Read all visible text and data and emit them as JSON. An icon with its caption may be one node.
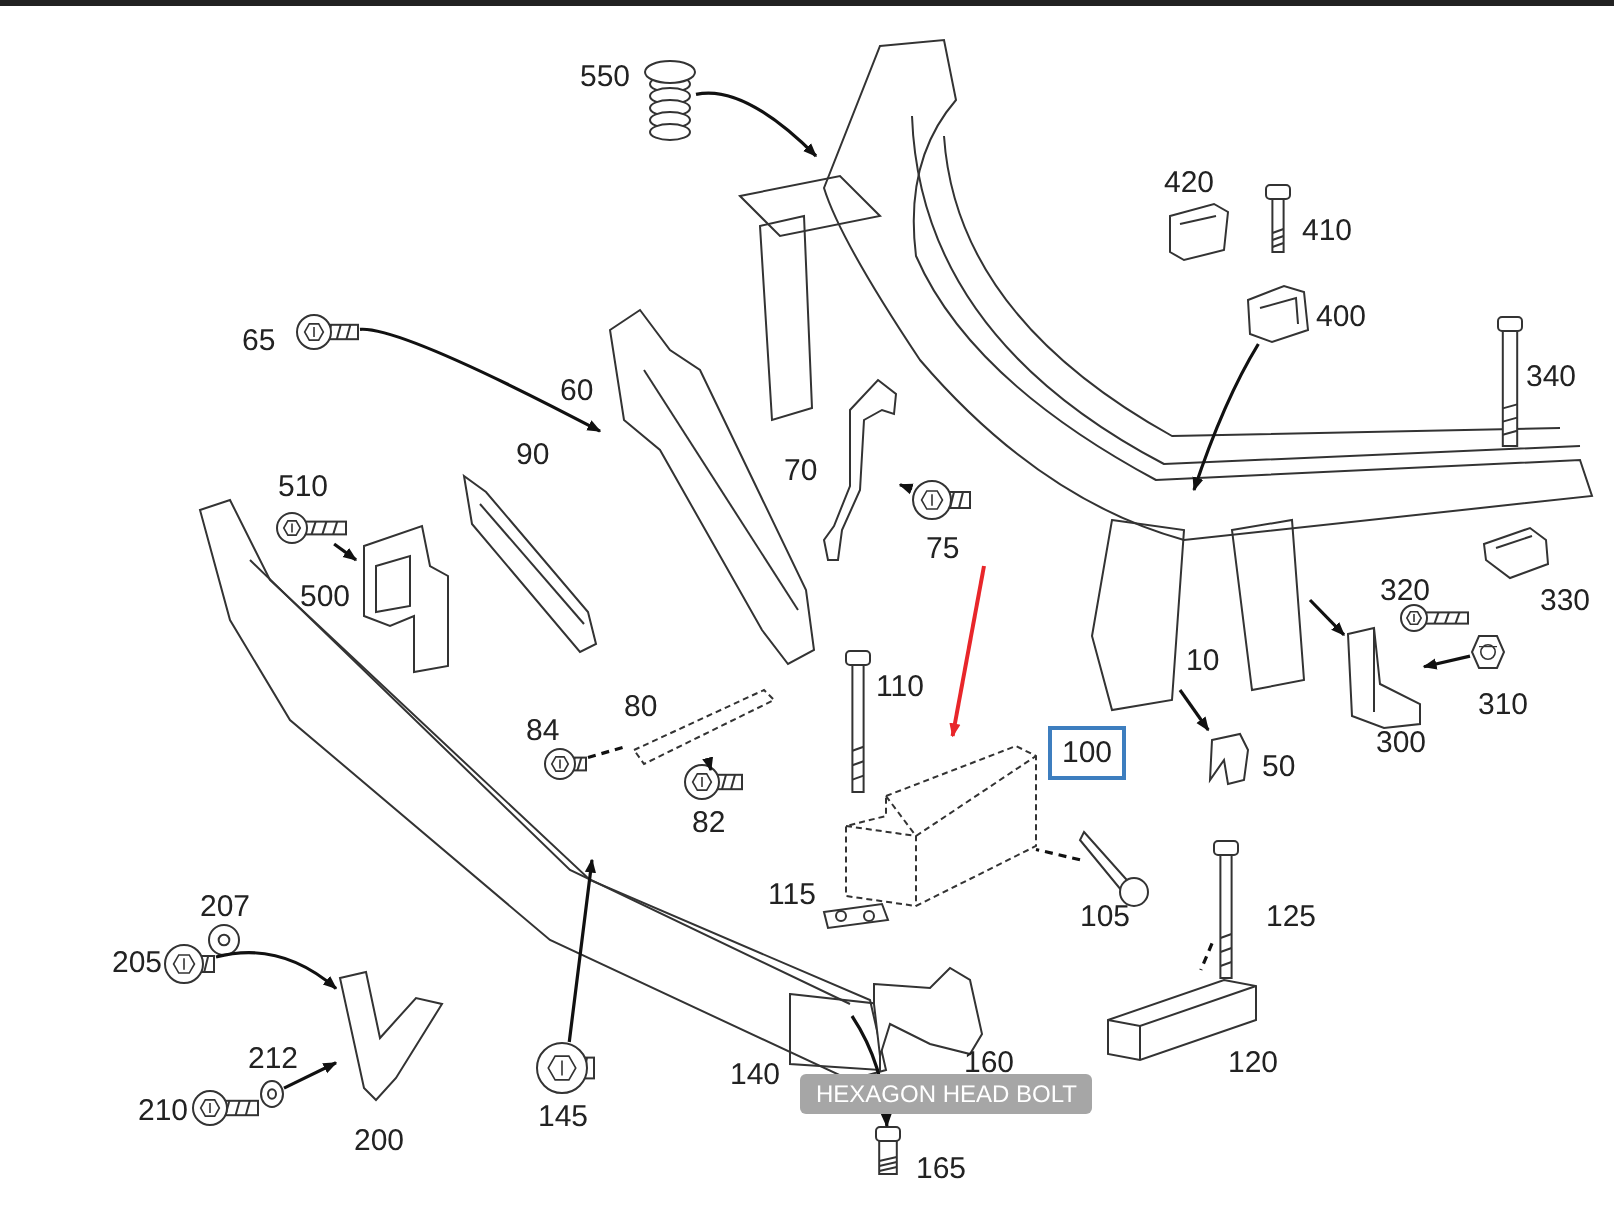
{
  "diagram": {
    "nodes": [
      {
        "text": [],
        "shape": "picture",
        "beside": [
          "10"
        ]
      },
      {
        "text": [],
        "shape": "picture",
        "beside": [
          "550"
        ]
      },
      {
        "text": [],
        "shape": "picture",
        "beside": [
          "60"
        ]
      },
      {
        "text": [],
        "shape": "picture",
        "beside": [
          "65"
        ]
      },
      {
        "text": [],
        "shape": "picture",
        "beside": [
          "90"
        ]
      },
      {
        "text": [],
        "shape": "picture",
        "beside": [
          "500"
        ]
      },
      {
        "text": [],
        "shape": "picture",
        "beside": [
          "510"
        ]
      },
      {
        "text": [],
        "shape": "picture",
        "beside": [
          "70"
        ]
      },
      {
        "text": [],
        "shape": "picture",
        "beside": [
          "75"
        ]
      },
      {
        "text": [],
        "shape": "picture",
        "beside": [
          "420"
        ]
      },
      {
        "text": [],
        "shape": "picture",
        "beside": [
          "410"
        ]
      },
      {
        "text": [],
        "shape": "picture",
        "beside": [
          "400"
        ]
      },
      {
        "text": [],
        "shape": "picture",
        "beside": [
          "340"
        ]
      },
      {
        "text": [],
        "shape": "picture",
        "beside": [
          "330"
        ]
      },
      {
        "text": [],
        "shape": "picture",
        "beside": [
          "320"
        ]
      },
      {
        "text": [],
        "shape": "picture",
        "beside": [
          "300"
        ]
      },
      {
        "text": [],
        "shape": "picture",
        "beside": [
          "310"
        ]
      },
      {
        "text": [],
        "shape": "picture",
        "beside": [
          "50"
        ]
      },
      {
        "text": [],
        "shape": "picture",
        "beside": [
          "140"
        ]
      },
      {
        "text": [],
        "shape": "picture",
        "beside": [
          "80"
        ]
      },
      {
        "text": [],
        "shape": "picture",
        "beside": [
          "84"
        ]
      },
      {
        "text": [],
        "shape": "picture",
        "beside": [
          "82"
        ]
      },
      {
        "text": [],
        "shape": "picture",
        "beside": [
          "110"
        ]
      },
      {
        "text": [],
        "shape": "picture",
        "beside": [
          "100"
        ]
      },
      {
        "text": [],
        "shape": "picture",
        "beside": [
          "105"
        ]
      },
      {
        "text": [],
        "shape": "picture",
        "beside": [
          "115"
        ]
      },
      {
        "text": [],
        "shape": "picture",
        "beside": [
          "125"
        ]
      },
      {
        "text": [],
        "shape": "picture",
        "beside": [
          "120"
        ]
      },
      {
        "text": [],
        "shape": "picture",
        "beside": [
          "160"
        ]
      },
      {
        "text": [],
        "shape": "picture",
        "beside": [
          "165"
        ]
      },
      {
        "text": [],
        "shape": "picture",
        "beside": [
          "145"
        ]
      },
      {
        "text": [],
        "shape": "picture",
        "beside": [
          "207"
        ]
      },
      {
        "text": [],
        "shape": "picture",
        "beside": [
          "205"
        ]
      },
      {
        "text": [],
        "shape": "picture",
        "beside": [
          "200"
        ]
      },
      {
        "text": [],
        "shape": "picture",
        "beside": [
          "212"
        ]
      },
      {
        "text": [],
        "shape": "picture",
        "beside": [
          "210"
        ]
      }
    ],
    "edges": [
      {
        "from": 1,
        "to": 0,
        "arrow": "to"
      },
      {
        "from": 3,
        "to": 2,
        "arrow": "to"
      },
      {
        "from": 6,
        "to": 5,
        "arrow": "to"
      },
      {
        "from": 8,
        "to": 7,
        "arrow": "to"
      },
      {
        "from": 11,
        "to": 0,
        "arrow": "to"
      },
      {
        "from": 0,
        "to": 15,
        "arrow": "to"
      },
      {
        "from": 16,
        "to": 15,
        "arrow": "to"
      },
      {
        "from": 0,
        "to": 17,
        "arrow": "to"
      },
      {
        "from": 21,
        "to": 19,
        "arrow": "to"
      },
      {
        "from": 24,
        "to": 23,
        "arrow": "none",
        "style": "dashed"
      },
      {
        "from": 26,
        "to": 27,
        "arrow": "none",
        "style": "dashed"
      },
      {
        "from": 30,
        "to": 18,
        "arrow": "to"
      },
      {
        "from": 18,
        "to": 29,
        "arrow": "to"
      },
      {
        "from": 32,
        "to": 33,
        "arrow": "to"
      },
      {
        "from": 34,
        "to": 33,
        "arrow": "to"
      },
      {
        "from": null,
        "to": 23,
        "arrow": "to",
        "color": "#e8262a"
      },
      {
        "from": 20,
        "to": 19,
        "arrow": "none",
        "style": "dashed"
      }
    ],
    "labels": [
      "HEXAGON HEAD BOLT"
    ]
  }
}
